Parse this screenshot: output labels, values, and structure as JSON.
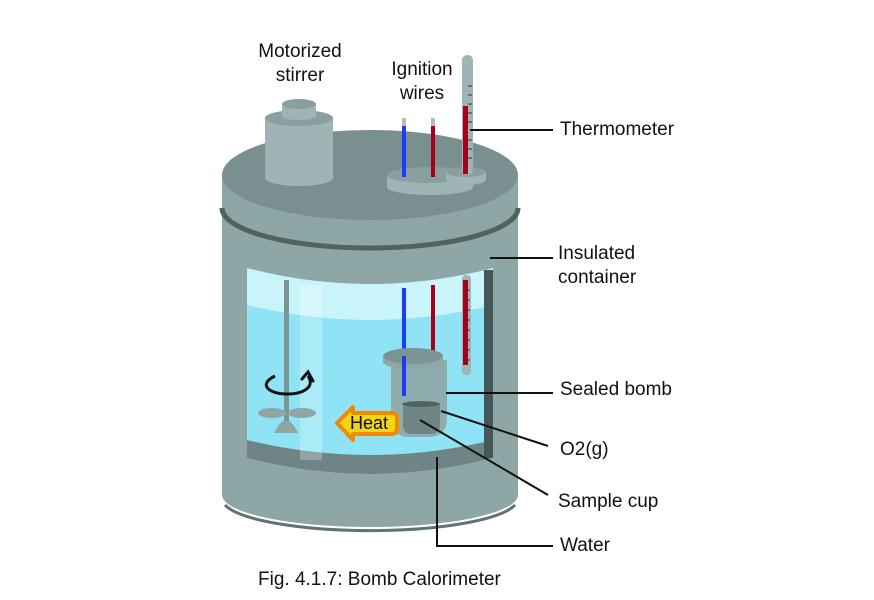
{
  "labels": {
    "stirrer": [
      "Motorized",
      "stirrer"
    ],
    "ignition": [
      "Ignition",
      "wires"
    ],
    "thermometer": "Thermometer",
    "insulated": [
      "Insulated",
      "container"
    ],
    "sealed_bomb": "Sealed bomb",
    "o2": "O2(g)",
    "sample_cup": "Sample cup",
    "water": "Water",
    "heat": "Heat"
  },
  "caption": "Fig. 4.1.7: Bomb Calorimeter",
  "colors": {
    "body": "#8fa6a6",
    "lid": "#7a9090",
    "water": "#8fe3f5",
    "blue_wire": "#1a3cff",
    "red_wire": "#a8001a",
    "heat_fill": "#f2d51a",
    "heat_border": "#f08a00"
  }
}
